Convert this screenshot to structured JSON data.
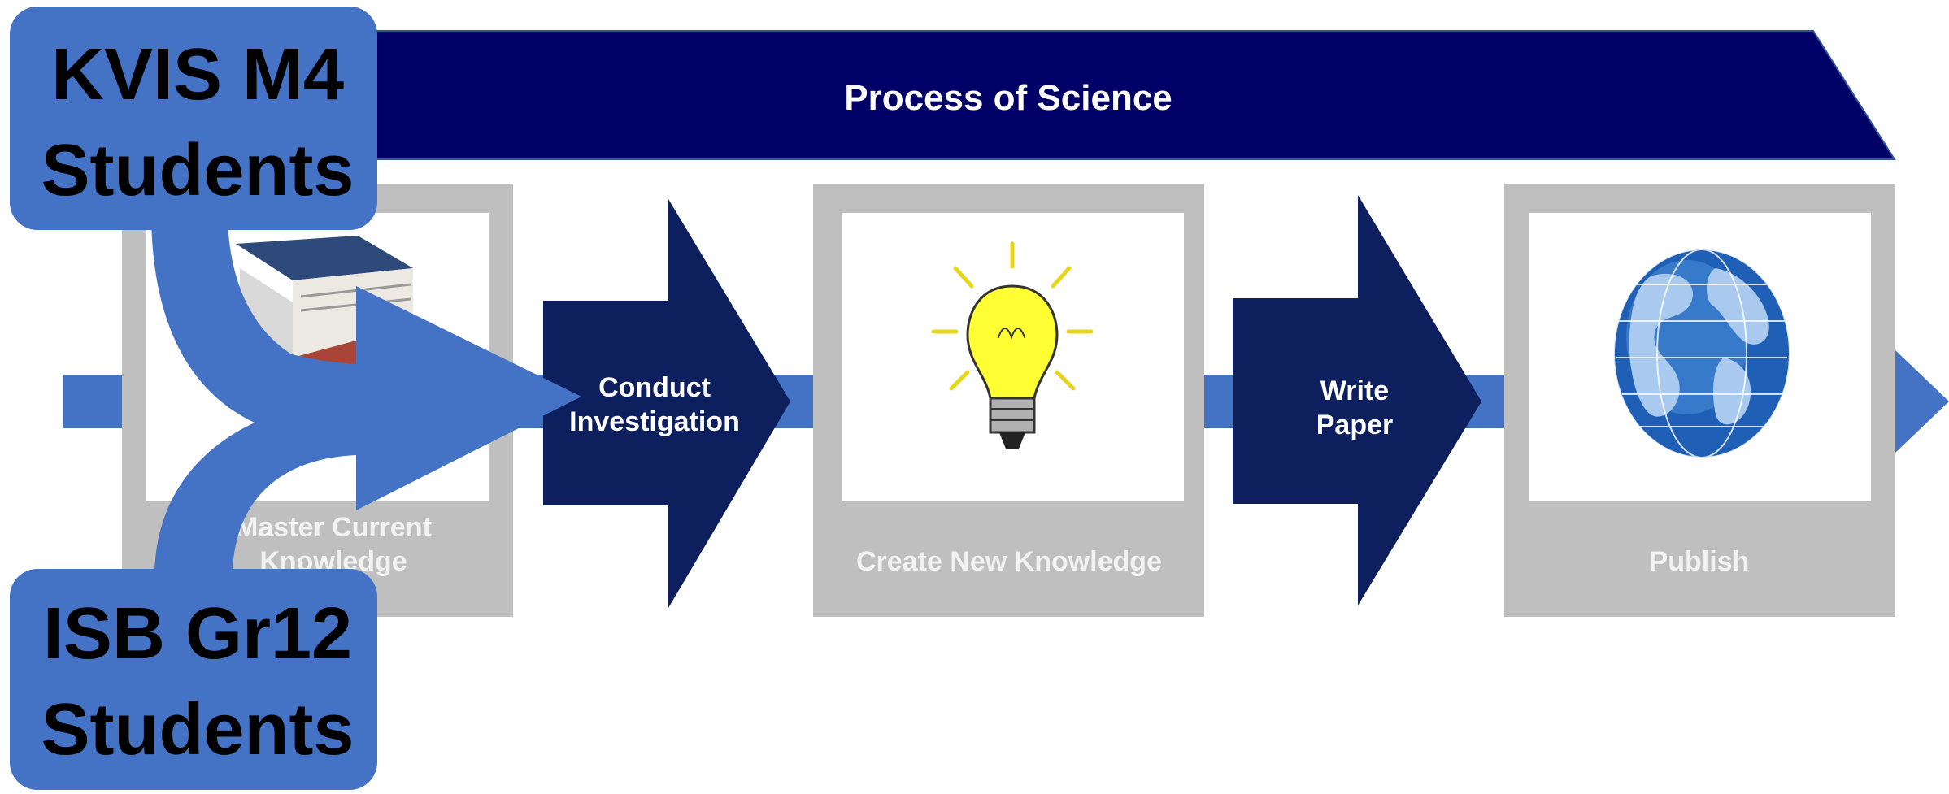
{
  "header": {
    "title": "Process of Science"
  },
  "stages": [
    {
      "label_line1": "Master Current",
      "label_line2": "Knowledge",
      "icon": "books-icon"
    },
    {
      "label_line1": "Create New Knowledge",
      "label_line2": "",
      "icon": "lightbulb-icon"
    },
    {
      "label_line1": "Publish",
      "label_line2": "",
      "icon": "globe-icon"
    }
  ],
  "steps": [
    {
      "line1": "Conduct",
      "line2": "Investigation"
    },
    {
      "line1": "Write",
      "line2": "Paper"
    }
  ],
  "groups": [
    {
      "line1": "KVIS M4",
      "line2": "Students"
    },
    {
      "line1": "ISB Gr12",
      "line2": "Students"
    }
  ],
  "colors": {
    "navy": "#0a0a5c",
    "step_navy": "#0d1f5c",
    "accent_blue": "#4472c4",
    "card_gray": "#bfbfbf",
    "card_text": "#f2f2f2"
  }
}
